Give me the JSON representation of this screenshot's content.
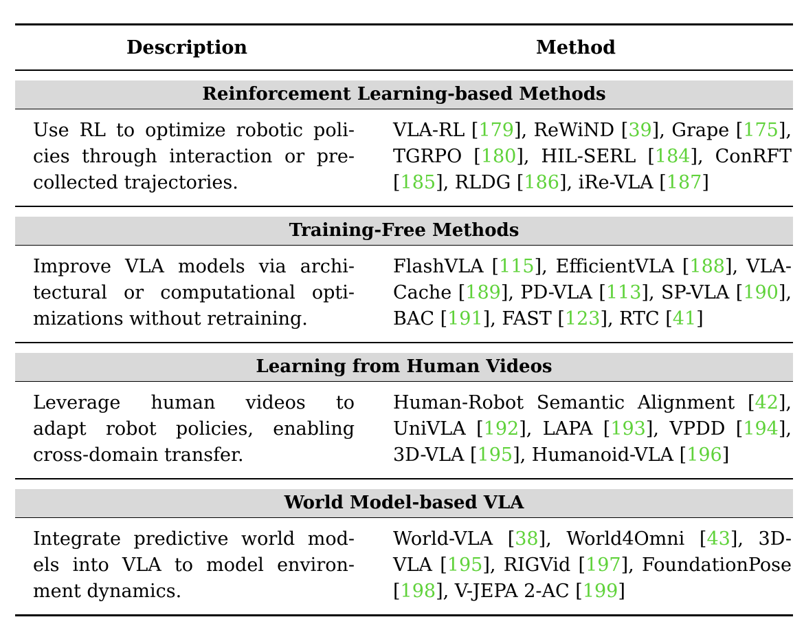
{
  "header": {
    "description": "Description",
    "method": "Method"
  },
  "sections": [
    {
      "title": "Reinforcement Learning-based Methods",
      "desc_lines": [
        "Use RL to optimize robotic poli-",
        "cies through interaction or pre-",
        "collected trajectories."
      ],
      "method_lines": [
        [
          [
            "VLA-RL [",
            ""
          ],
          [
            "179",
            "c"
          ],
          [
            "], ReWiND [",
            ""
          ],
          [
            "39",
            "c"
          ],
          [
            "], Grape [",
            ""
          ],
          [
            "175",
            "c"
          ],
          [
            "],",
            ""
          ]
        ],
        [
          [
            "TGRPO [",
            ""
          ],
          [
            "180",
            "c"
          ],
          [
            "], HIL-SERL [",
            ""
          ],
          [
            "184",
            "c"
          ],
          [
            "], ConRFT",
            ""
          ]
        ],
        [
          [
            "[",
            ""
          ],
          [
            "185",
            "c"
          ],
          [
            "], RLDG [",
            ""
          ],
          [
            "186",
            "c"
          ],
          [
            "], iRe-VLA [",
            ""
          ],
          [
            "187",
            "c"
          ],
          [
            "]",
            ""
          ]
        ]
      ]
    },
    {
      "title": "Training-Free Methods",
      "desc_lines": [
        "Improve VLA models via archi-",
        "tectural or computational opti-",
        "mizations without retraining."
      ],
      "method_lines": [
        [
          [
            "FlashVLA [",
            ""
          ],
          [
            "115",
            "c"
          ],
          [
            "], EfficientVLA [",
            ""
          ],
          [
            "188",
            "c"
          ],
          [
            "], VLA-",
            ""
          ]
        ],
        [
          [
            "Cache [",
            ""
          ],
          [
            "189",
            "c"
          ],
          [
            "], PD-VLA [",
            ""
          ],
          [
            "113",
            "c"
          ],
          [
            "], SP-VLA [",
            ""
          ],
          [
            "190",
            "c"
          ],
          [
            "],",
            ""
          ]
        ],
        [
          [
            "BAC [",
            ""
          ],
          [
            "191",
            "c"
          ],
          [
            "], FAST [",
            ""
          ],
          [
            "123",
            "c"
          ],
          [
            "], RTC [",
            ""
          ],
          [
            "41",
            "c"
          ],
          [
            "]",
            ""
          ]
        ]
      ]
    },
    {
      "title": "Learning from Human Videos",
      "desc_lines": [
        "Leverage human videos to",
        "adapt robot policies, enabling",
        "cross-domain transfer."
      ],
      "method_lines": [
        [
          [
            "Human-Robot Semantic Alignment [",
            ""
          ],
          [
            "42",
            "c"
          ],
          [
            "],",
            ""
          ]
        ],
        [
          [
            "UniVLA [",
            ""
          ],
          [
            "192",
            "c"
          ],
          [
            "], LAPA [",
            ""
          ],
          [
            "193",
            "c"
          ],
          [
            "], VPDD [",
            ""
          ],
          [
            "194",
            "c"
          ],
          [
            "],",
            ""
          ]
        ],
        [
          [
            "3D-VLA [",
            ""
          ],
          [
            "195",
            "c"
          ],
          [
            "], Humanoid-VLA [",
            ""
          ],
          [
            "196",
            "c"
          ],
          [
            "]",
            ""
          ]
        ]
      ]
    },
    {
      "title": "World Model-based VLA",
      "desc_lines": [
        "Integrate predictive world mod-",
        "els into VLA to model environ-",
        "ment dynamics."
      ],
      "method_lines": [
        [
          [
            "World-VLA [",
            ""
          ],
          [
            "38",
            "c"
          ],
          [
            "], World4Omni [",
            ""
          ],
          [
            "43",
            "c"
          ],
          [
            "], 3D-",
            ""
          ]
        ],
        [
          [
            "VLA [",
            ""
          ],
          [
            "195",
            "c"
          ],
          [
            "], RIGVid [",
            ""
          ],
          [
            "197",
            "c"
          ],
          [
            "], FoundationPose",
            ""
          ]
        ],
        [
          [
            "[",
            ""
          ],
          [
            "198",
            "c"
          ],
          [
            "], V-JEPA 2-AC [",
            ""
          ],
          [
            "199",
            "c"
          ],
          [
            "]",
            ""
          ]
        ]
      ]
    }
  ],
  "colors": {
    "citation": "#5fd23a",
    "section_bg": "#d9d9d9"
  }
}
